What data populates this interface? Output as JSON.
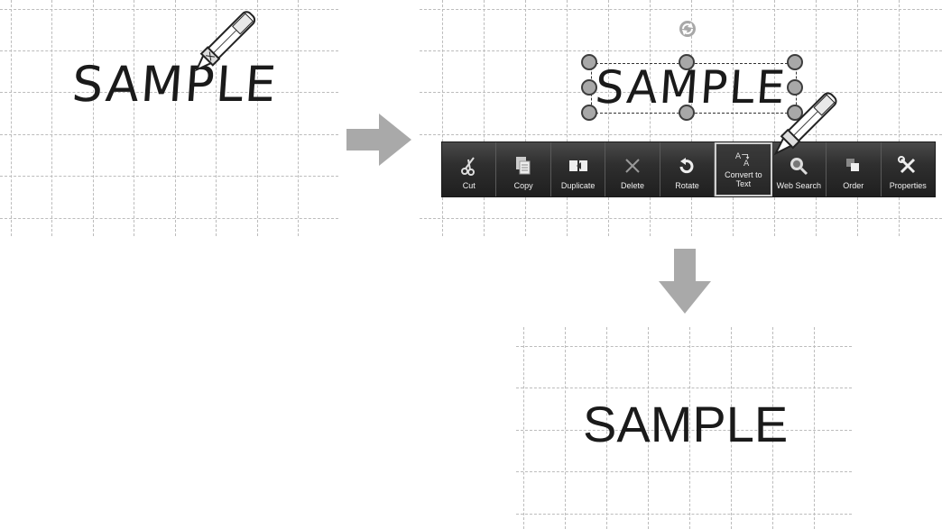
{
  "panels": {
    "before": {
      "handwriting": "SAMPLE"
    },
    "selected": {
      "handwriting": "SAMPLE"
    },
    "after": {
      "converted_text": "SAMPLE"
    }
  },
  "toolbar": {
    "items": [
      {
        "label": "Cut",
        "icon": "scissors-icon"
      },
      {
        "label": "Copy",
        "icon": "copy-icon"
      },
      {
        "label": "Duplicate",
        "icon": "duplicate-icon"
      },
      {
        "label": "Delete",
        "icon": "delete-icon"
      },
      {
        "label": "Rotate",
        "icon": "rotate-icon"
      },
      {
        "label": "Convert to Text",
        "icon": "convert-to-text-icon",
        "active": true
      },
      {
        "label": "Web Search",
        "icon": "web-search-icon"
      },
      {
        "label": "Order",
        "icon": "order-icon"
      },
      {
        "label": "Properties",
        "icon": "properties-icon"
      }
    ]
  },
  "colors": {
    "arrow": "#a9a9a9",
    "toolbar_bg": "#2b2b2b",
    "handle_fill": "#a8a8a8"
  }
}
